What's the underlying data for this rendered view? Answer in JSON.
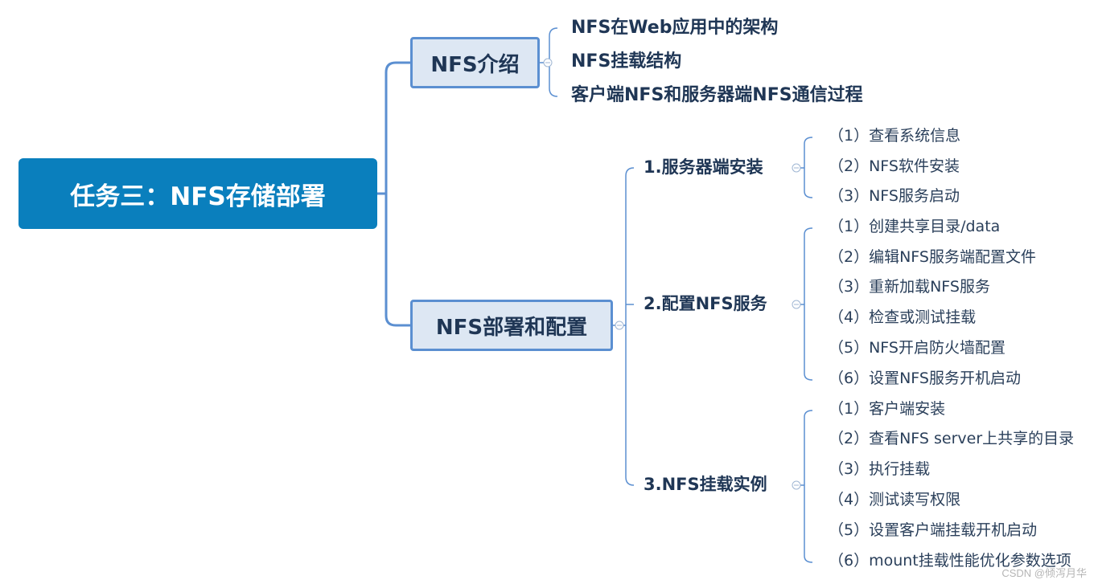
{
  "root": {
    "label": "任务三：NFS存储部署"
  },
  "branches": [
    {
      "label": "NFS介绍",
      "children": [
        {
          "label": "NFS在Web应用中的架构"
        },
        {
          "label": "NFS挂载结构"
        },
        {
          "label": "客户端NFS和服务器端NFS通信过程"
        }
      ]
    },
    {
      "label": "NFS部署和配置",
      "children": [
        {
          "label": "1.服务器端安装",
          "children": [
            {
              "label": "（1）查看系统信息"
            },
            {
              "label": "（2）NFS软件安装"
            },
            {
              "label": "（3）NFS服务启动"
            }
          ]
        },
        {
          "label": "2.配置NFS服务",
          "children": [
            {
              "label": "（1）创建共享目录/data"
            },
            {
              "label": "（2）编辑NFS服务端配置文件"
            },
            {
              "label": "（3）重新加载NFS服务"
            },
            {
              "label": "（4）检查或测试挂载"
            },
            {
              "label": "（5）NFS开启防火墙配置"
            },
            {
              "label": "（6）设置NFS服务开机启动"
            }
          ]
        },
        {
          "label": "3.NFS挂载实例",
          "children": [
            {
              "label": "（1）客户端安装"
            },
            {
              "label": "（2）查看NFS server上共享的目录"
            },
            {
              "label": "（3）执行挂载"
            },
            {
              "label": "（4）测试读写权限"
            },
            {
              "label": "（5）设置客户端挂载开机启动"
            },
            {
              "label": "（6）mount挂载性能优化参数选项"
            }
          ]
        }
      ]
    }
  ],
  "watermark": "CSDN @倾泻月华",
  "colors": {
    "root_fill": "#0a7fbd",
    "branch_fill": "#dde7f3",
    "connector": "#5b8fd1",
    "text": "#1f3655"
  }
}
